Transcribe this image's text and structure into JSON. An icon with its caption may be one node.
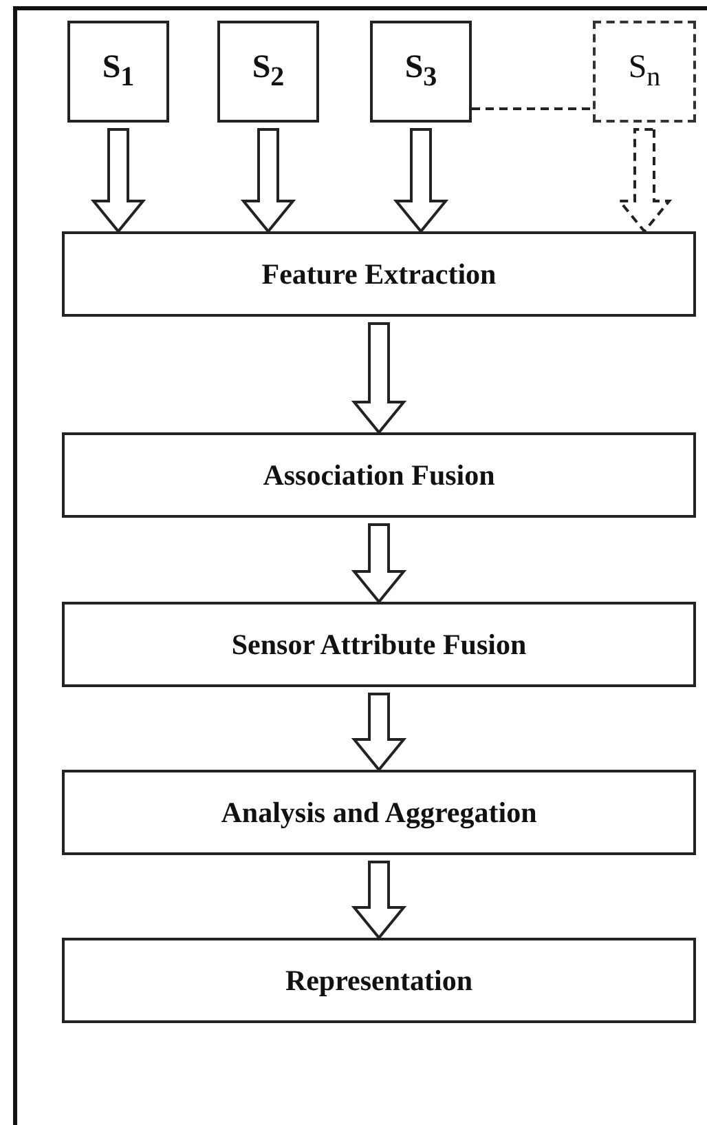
{
  "diagram": {
    "nodes": [
      {
        "text": [
          "S$_{1}$"
        ]
      },
      {
        "text": [
          "S$_{2}$"
        ]
      },
      {
        "text": [
          "S$_{3}$"
        ]
      },
      {
        "text": [
          "S$_{n}$"
        ]
      },
      {
        "text": [
          "Feature Extraction"
        ]
      },
      {
        "text": [
          "Association Fusion"
        ]
      },
      {
        "text": [
          "Sensor Attribute Fusion"
        ]
      },
      {
        "text": [
          "Analysis and Aggregation"
        ]
      },
      {
        "text": [
          "Representation"
        ]
      }
    ],
    "edges": [
      {
        "from": 0,
        "to": 4,
        "arrow": "to"
      },
      {
        "from": 1,
        "to": 4,
        "arrow": "to"
      },
      {
        "from": 2,
        "to": 4,
        "arrow": "to"
      },
      {
        "from": 3,
        "to": 4,
        "arrow": "to",
        "style": "dashed"
      },
      {
        "from": 2,
        "to": 3,
        "arrow": "none",
        "style": "dashed"
      },
      {
        "from": 4,
        "to": 5,
        "arrow": "to"
      },
      {
        "from": 5,
        "to": 6,
        "arrow": "to"
      },
      {
        "from": 6,
        "to": 7,
        "arrow": "to"
      },
      {
        "from": 7,
        "to": 8,
        "arrow": "to"
      }
    ]
  }
}
